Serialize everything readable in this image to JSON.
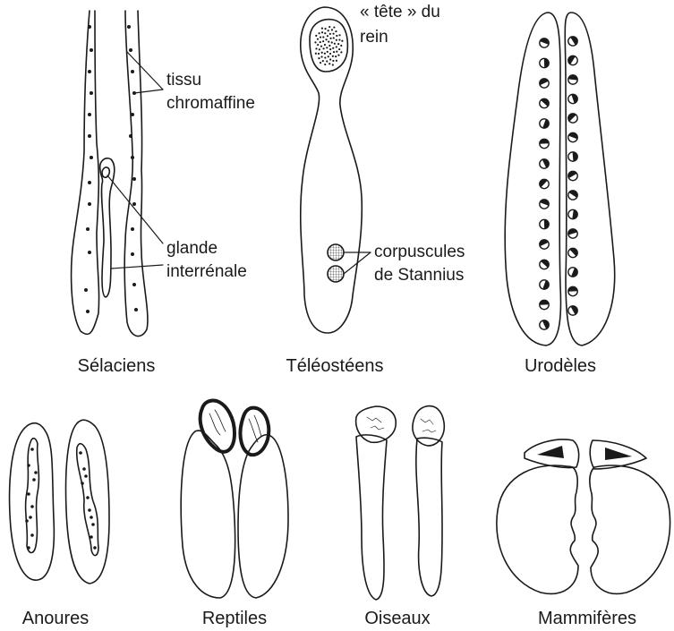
{
  "panels": {
    "selaciens": {
      "caption": "Sélaciens",
      "label_tissu_1": "tissu",
      "label_tissu_2": "chromaffine",
      "label_glande_1": "glande",
      "label_glande_2": "interrénale"
    },
    "teleosteens": {
      "caption": "Téléostéens",
      "label_tete_1": "« tête » du",
      "label_tete_2": "rein",
      "label_corp_1": "corpuscules",
      "label_corp_2": "de Stannius"
    },
    "urodeles": {
      "caption": "Urodèles"
    },
    "anoures": {
      "caption": "Anoures"
    },
    "reptiles": {
      "caption": "Reptiles"
    },
    "oiseaux": {
      "caption": "Oiseaux"
    },
    "mammiferes": {
      "caption": "Mammifères"
    }
  },
  "colors": {
    "ink": "#1a1a1a",
    "background": "#ffffff"
  }
}
